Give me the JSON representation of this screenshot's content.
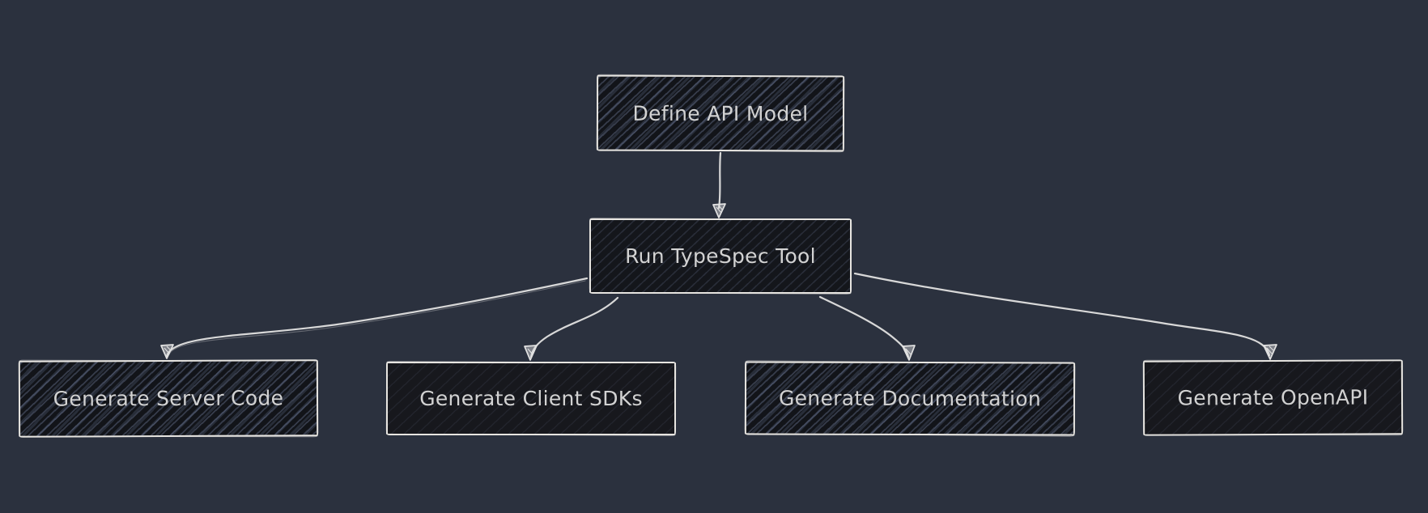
{
  "diagram": {
    "type": "flowchart",
    "style": "hand-drawn",
    "colors": {
      "background": "#2b313e",
      "node_fill": "#15171d",
      "node_border": "#e7e5e1",
      "edge_stroke": "#d8d8d8",
      "text": "#d2d2d2"
    },
    "nodes": [
      {
        "id": "define-api-model",
        "label": "Define API Model"
      },
      {
        "id": "run-typespec-tool",
        "label": "Run TypeSpec Tool"
      },
      {
        "id": "generate-server-code",
        "label": "Generate Server Code"
      },
      {
        "id": "generate-client-sdks",
        "label": "Generate Client SDKs"
      },
      {
        "id": "generate-documentation",
        "label": "Generate Documentation"
      },
      {
        "id": "generate-openapi",
        "label": "Generate OpenAPI"
      }
    ],
    "edges": [
      {
        "from": "define-api-model",
        "to": "run-typespec-tool"
      },
      {
        "from": "run-typespec-tool",
        "to": "generate-server-code"
      },
      {
        "from": "run-typespec-tool",
        "to": "generate-client-sdks"
      },
      {
        "from": "run-typespec-tool",
        "to": "generate-documentation"
      },
      {
        "from": "run-typespec-tool",
        "to": "generate-openapi"
      }
    ]
  }
}
